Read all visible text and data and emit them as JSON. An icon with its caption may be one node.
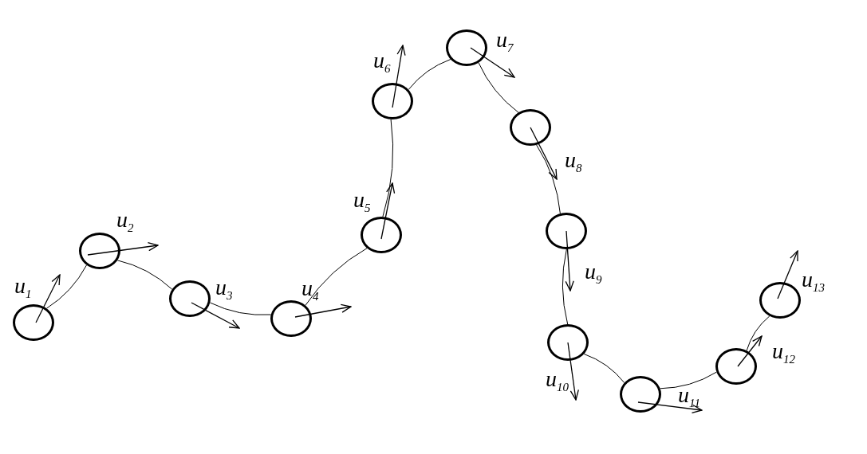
{
  "diagram": {
    "nodes": [
      {
        "text": [],
        "shape": "circle",
        "beside": [
          "u$_{1}$"
        ]
      },
      {
        "text": [],
        "shape": "circle",
        "beside": [
          "u$_{2}$"
        ]
      },
      {
        "text": [],
        "shape": "circle",
        "beside": [
          "u$_{3}$"
        ]
      },
      {
        "text": [],
        "shape": "circle",
        "beside": [
          "u$_{4}$"
        ]
      },
      {
        "text": [],
        "shape": "circle",
        "beside": [
          "u$_{5}$"
        ]
      },
      {
        "text": [],
        "shape": "circle",
        "beside": [
          "u$_{6}$"
        ]
      },
      {
        "text": [],
        "shape": "circle",
        "beside": [
          "u$_{7}$"
        ]
      },
      {
        "text": [],
        "shape": "circle",
        "beside": [
          "u$_{8}$"
        ]
      },
      {
        "text": [],
        "shape": "circle",
        "beside": [
          "u$_{9}$"
        ]
      },
      {
        "text": [],
        "shape": "circle",
        "beside": [
          "u$_{10}$"
        ]
      },
      {
        "text": [],
        "shape": "circle",
        "beside": [
          "u$_{11}$"
        ]
      },
      {
        "text": [],
        "shape": "circle",
        "beside": [
          "u$_{12}$"
        ]
      },
      {
        "text": [],
        "shape": "circle",
        "beside": [
          "u$_{13}$"
        ]
      }
    ],
    "edges": [
      {
        "from": 0,
        "to": 1,
        "arrow": "none"
      },
      {
        "from": 1,
        "to": 2,
        "arrow": "none"
      },
      {
        "from": 2,
        "to": 3,
        "arrow": "none"
      },
      {
        "from": 3,
        "to": 4,
        "arrow": "none"
      },
      {
        "from": 4,
        "to": 5,
        "arrow": "none"
      },
      {
        "from": 5,
        "to": 6,
        "arrow": "none"
      },
      {
        "from": 6,
        "to": 7,
        "arrow": "none"
      },
      {
        "from": 7,
        "to": 8,
        "arrow": "none"
      },
      {
        "from": 8,
        "to": 9,
        "arrow": "none"
      },
      {
        "from": 9,
        "to": 10,
        "arrow": "none"
      },
      {
        "from": 10,
        "to": 11,
        "arrow": "none"
      },
      {
        "from": 11,
        "to": 12,
        "arrow": "none"
      }
    ]
  }
}
